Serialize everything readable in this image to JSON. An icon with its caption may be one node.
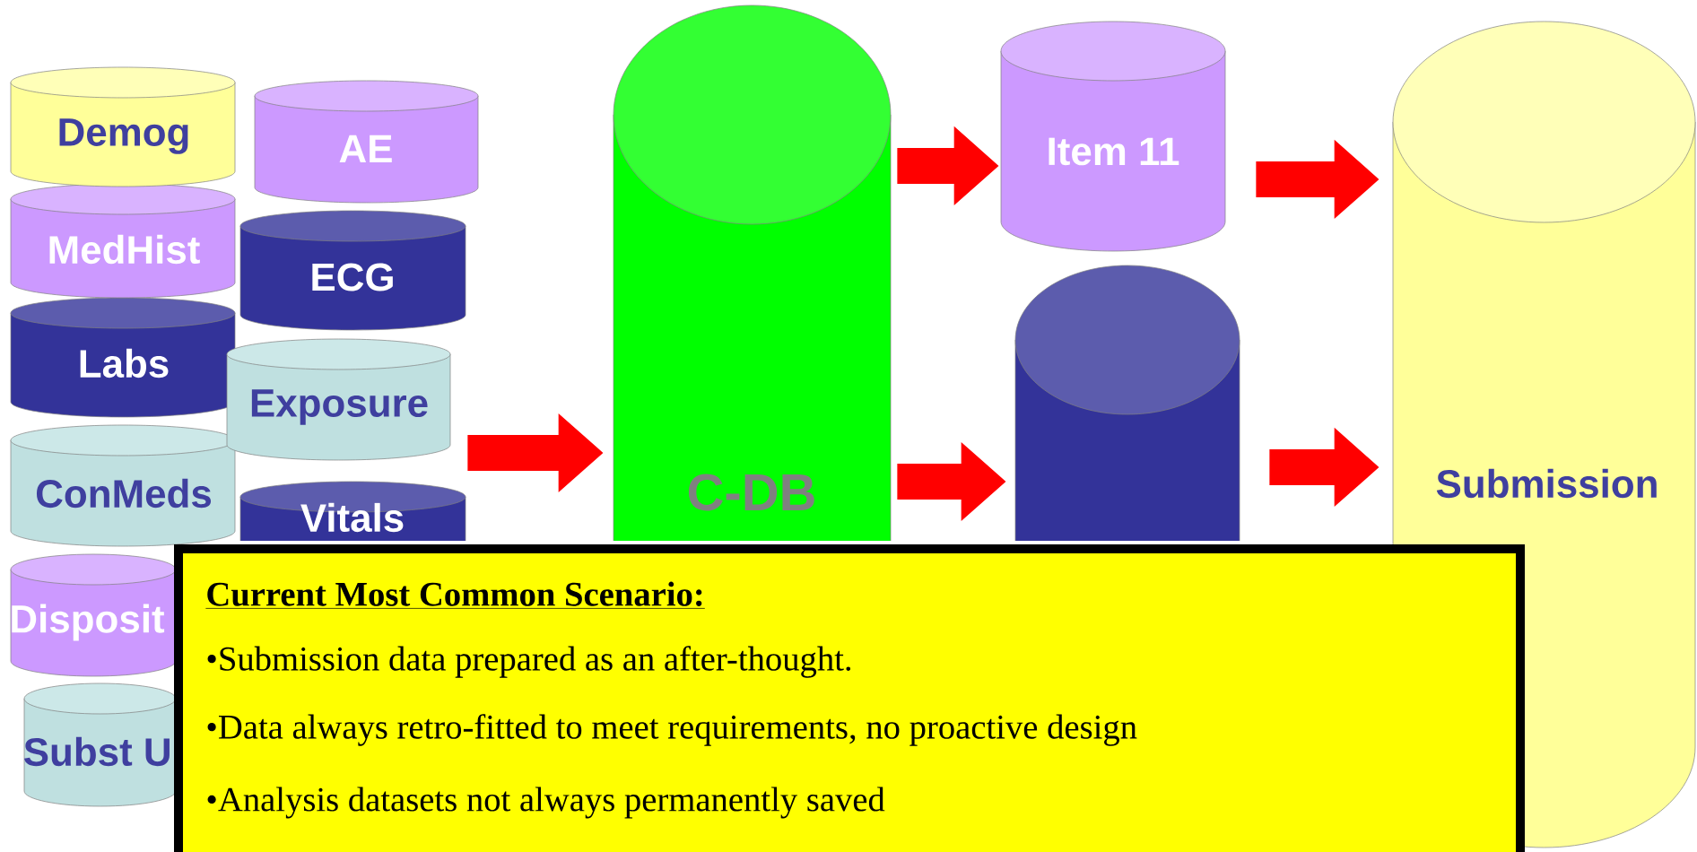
{
  "diagram": {
    "nodes": [
      {
        "text": [
          "Demog"
        ]
      },
      {
        "text": [
          "AE"
        ]
      },
      {
        "text": [
          "MedHist"
        ]
      },
      {
        "text": [
          "ECG"
        ]
      },
      {
        "text": [
          "Labs"
        ]
      },
      {
        "text": [
          "Exposure"
        ]
      },
      {
        "text": [
          "ConMeds"
        ]
      },
      {
        "text": [
          "Vitals"
        ]
      },
      {
        "text": [
          "Disposit"
        ]
      },
      {
        "text": [
          "Subst U"
        ]
      },
      {
        "text": [
          "C-DB"
        ]
      },
      {
        "text": [
          "Item 11"
        ]
      },
      {
        "text": [],
        "shape": "cylinder"
      },
      {
        "text": [
          "Submission"
        ]
      },
      {
        "text": [
          "Current Most Common Scenario:",
          "•Submission data prepared as an after-thought.",
          "•Data always retro-fitted to meet requirements, no proactive design",
          "•Analysis datasets not always permanently saved"
        ]
      }
    ],
    "edges": [
      {
        "from": 5,
        "to": 10,
        "arrow": "to"
      },
      {
        "from": 10,
        "to": 11,
        "arrow": "to"
      },
      {
        "from": 10,
        "to": 12,
        "arrow": "to"
      },
      {
        "from": 11,
        "to": 13,
        "arrow": "to"
      },
      {
        "from": 12,
        "to": 13,
        "arrow": "to"
      }
    ]
  }
}
